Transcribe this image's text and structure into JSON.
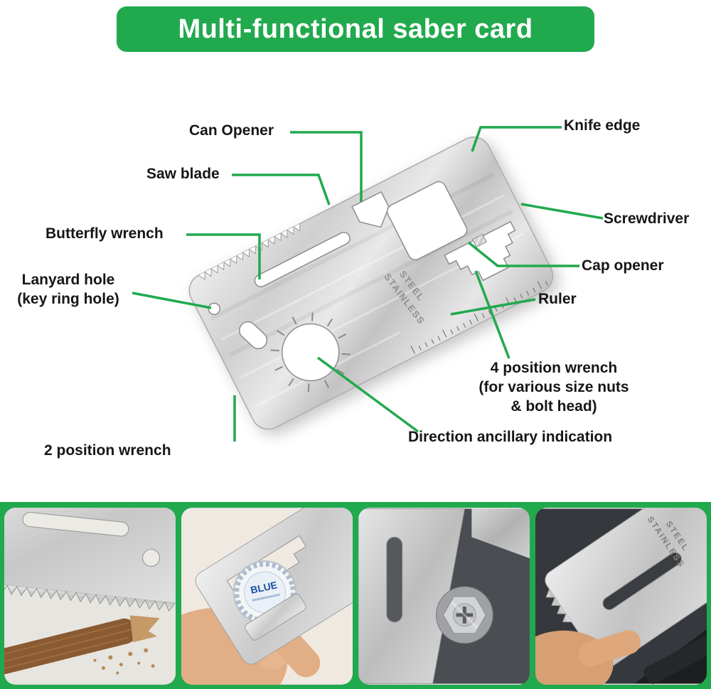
{
  "colors": {
    "accent_green": "#21a94e"
  },
  "banner": {
    "title": "Multi-functional saber card"
  },
  "card": {
    "engraving_line1": "STAINLESS",
    "engraving_line2": "STEEL"
  },
  "labels": {
    "can_opener": "Can Opener",
    "knife_edge": "Knife edge",
    "saw_blade": "Saw blade",
    "screwdriver": "Screwdriver",
    "butterfly_wrench": "Butterfly wrench",
    "cap_opener": "Cap opener",
    "lanyard_hole": "Lanyard hole\n(key ring hole)",
    "ruler": "Ruler",
    "four_position_wrench": "4 position wrench\n(for various size nuts\n& bolt head)",
    "direction_indication": "Direction ancillary indication",
    "two_position_wrench": "2 position wrench"
  },
  "photos": {
    "bottle_cap_text": "BLUE",
    "knife_photo_engraving_line1": "STAINLESS",
    "knife_photo_engraving_line2": "STEEL"
  }
}
